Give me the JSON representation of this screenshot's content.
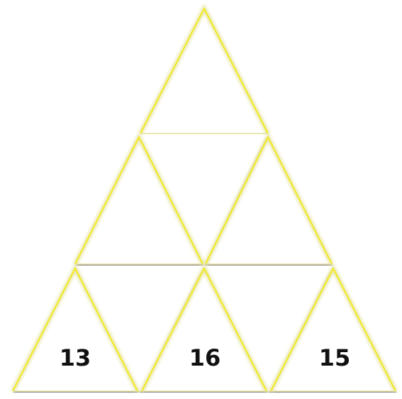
{
  "puzzle": {
    "bottom_row_numbers": [
      "13",
      "16",
      "15"
    ]
  },
  "colors": {
    "background": "#ffffff",
    "edge_highlight": "#f0ea2a",
    "edge_glow": "#e8e6b0",
    "bevel_light": "#d8d8d8",
    "bevel_dark": "#8e8e8e",
    "cell_fill": "#ffffff",
    "number_color": "#111111"
  }
}
